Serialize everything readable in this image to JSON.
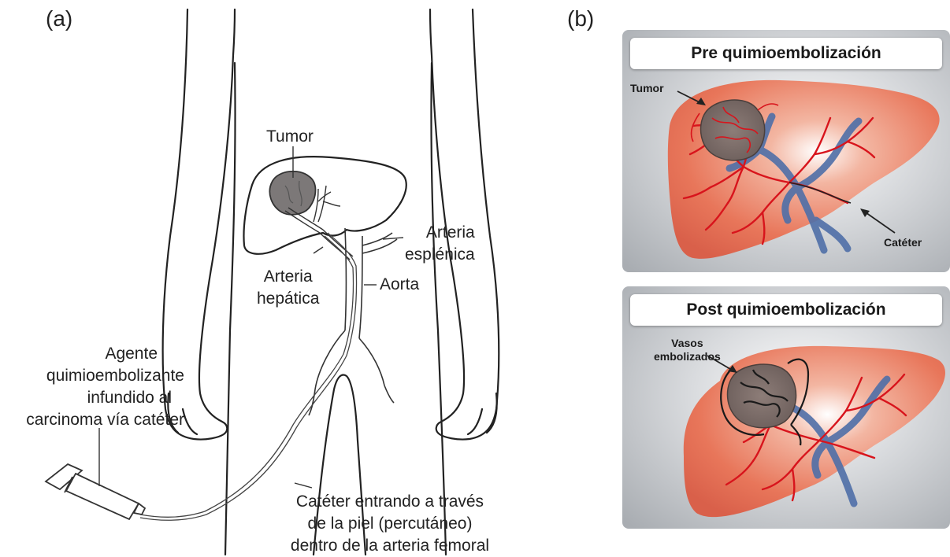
{
  "panel_a": {
    "letter": "(a)",
    "labels": {
      "tumor": "Tumor",
      "arteria_esplenica": [
        "Arteria",
        "esplénica"
      ],
      "arteria_hepatica": [
        "Arteria",
        "hepática"
      ],
      "aorta": "Aorta",
      "agente": [
        "Agente",
        "quimioembolizante",
        "infundido al",
        "carcinoma vía catéter"
      ],
      "cateter_entrando": [
        "Catéter entrando a través",
        "de la piel (percutáneo)",
        "dentro de la arteria femoral"
      ]
    }
  },
  "panel_b": {
    "letter": "(b)",
    "pre": {
      "title": "Pre quimioembolización",
      "tumor_label": "Tumor",
      "cateter_label": "Catéter"
    },
    "post": {
      "title": "Post quimioembolización",
      "vasos_label": [
        "Vasos",
        "embolizados"
      ]
    }
  },
  "colors": {
    "liver_fill": "#e97a5e",
    "artery": "#d8141c",
    "vein": "#4f6fa8",
    "tumor": "#7d7370",
    "panel_bg": "#bfc2c6"
  }
}
